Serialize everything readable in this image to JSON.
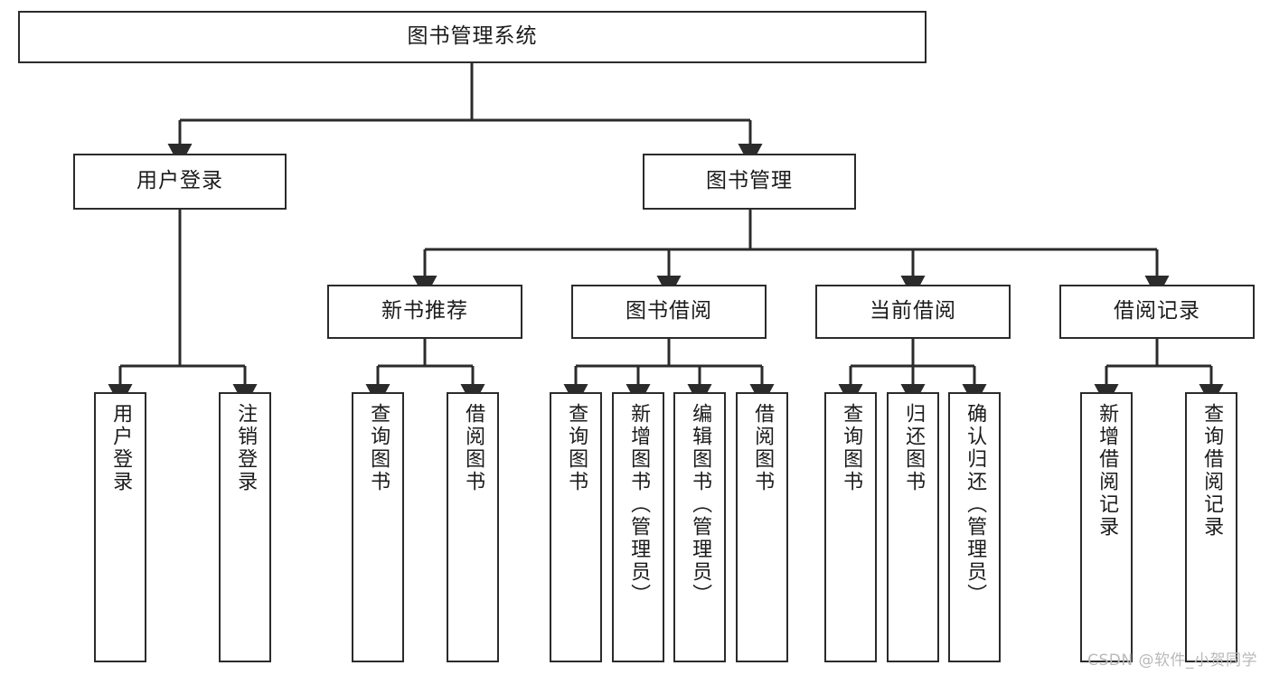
{
  "diagram": {
    "type": "tree-hierarchy",
    "title": "图书管理系统",
    "watermark": "CSDN @软件_小贺同学",
    "colors": {
      "box_border": "#2b2b2b",
      "box_fill": "#ffffff",
      "connector": "#2b2b2b",
      "text": "#1b1b1b",
      "watermark": "#b9b9b9"
    },
    "levels": [
      {
        "level": 1,
        "nodes": [
          {
            "id": "root",
            "label": "图书管理系统",
            "orientation": "horizontal"
          }
        ]
      },
      {
        "level": 2,
        "nodes": [
          {
            "id": "user-login",
            "label": "用户登录",
            "orientation": "horizontal",
            "parent": "root"
          },
          {
            "id": "book-manage",
            "label": "图书管理",
            "orientation": "horizontal",
            "parent": "root"
          }
        ]
      },
      {
        "level": 3,
        "nodes": [
          {
            "id": "new-book-recommend",
            "label": "新书推荐",
            "orientation": "horizontal",
            "parent": "book-manage"
          },
          {
            "id": "book-borrow",
            "label": "图书借阅",
            "orientation": "horizontal",
            "parent": "book-manage"
          },
          {
            "id": "current-borrow",
            "label": "当前借阅",
            "orientation": "horizontal",
            "parent": "book-manage"
          },
          {
            "id": "borrow-record",
            "label": "借阅记录",
            "orientation": "horizontal",
            "parent": "book-manage"
          }
        ]
      },
      {
        "level": 4,
        "nodes": [
          {
            "id": "leaf-user-login",
            "label": "用户登录",
            "orientation": "vertical",
            "parent": "user-login"
          },
          {
            "id": "leaf-logout",
            "label": "注销登录",
            "orientation": "vertical",
            "parent": "user-login"
          },
          {
            "id": "leaf-query-book-1",
            "label": "查询图书",
            "orientation": "vertical",
            "parent": "new-book-recommend"
          },
          {
            "id": "leaf-borrow-book-1",
            "label": "借阅图书",
            "orientation": "vertical",
            "parent": "new-book-recommend"
          },
          {
            "id": "leaf-query-book-2",
            "label": "查询图书",
            "orientation": "vertical",
            "parent": "book-borrow"
          },
          {
            "id": "leaf-add-book",
            "label": "新增图书（管理员）",
            "orientation": "vertical",
            "parent": "book-borrow"
          },
          {
            "id": "leaf-edit-book",
            "label": "编辑图书（管理员）",
            "orientation": "vertical",
            "parent": "book-borrow"
          },
          {
            "id": "leaf-borrow-book-2",
            "label": "借阅图书",
            "orientation": "vertical",
            "parent": "book-borrow"
          },
          {
            "id": "leaf-query-book-3",
            "label": "查询图书",
            "orientation": "vertical",
            "parent": "current-borrow"
          },
          {
            "id": "leaf-return-book",
            "label": "归还图书",
            "orientation": "vertical",
            "parent": "current-borrow"
          },
          {
            "id": "leaf-confirm-return",
            "label": "确认归还（管理员）",
            "orientation": "vertical",
            "parent": "current-borrow"
          },
          {
            "id": "leaf-add-record",
            "label": "新增借阅记录",
            "orientation": "vertical",
            "parent": "borrow-record"
          },
          {
            "id": "leaf-query-record",
            "label": "查询借阅记录",
            "orientation": "vertical",
            "parent": "borrow-record"
          }
        ]
      }
    ]
  }
}
